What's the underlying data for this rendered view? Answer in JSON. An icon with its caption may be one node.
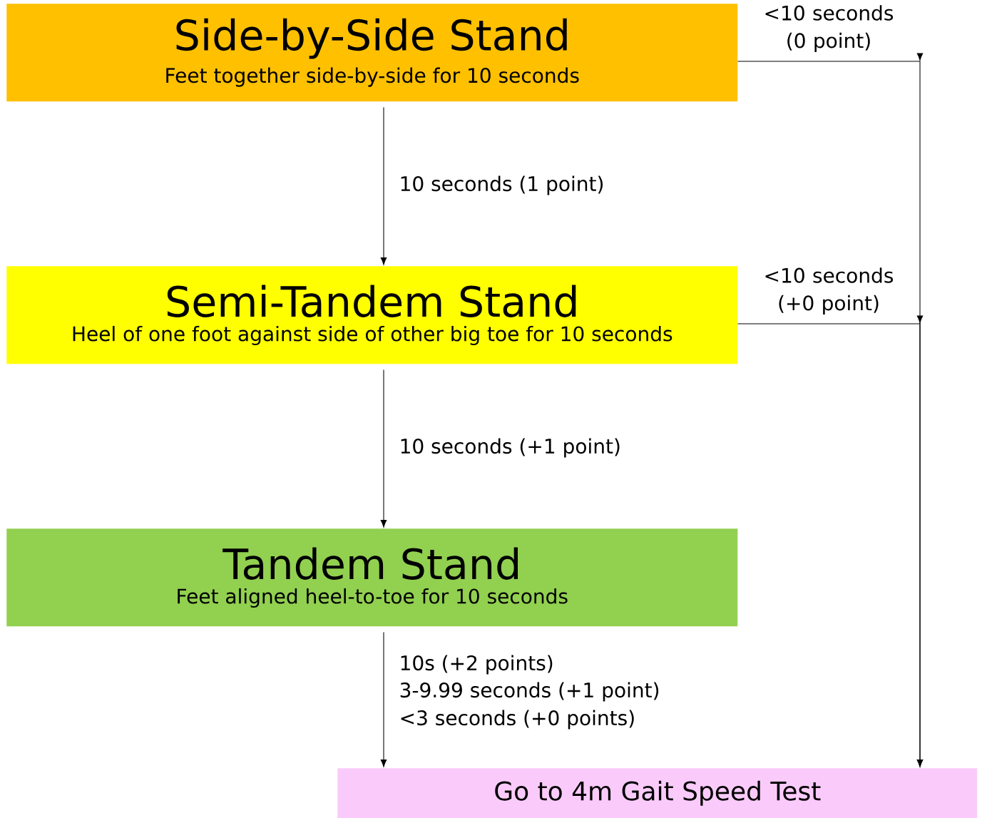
{
  "diagram": {
    "nodes": [
      {
        "text": [
          "Side-by-Side Stand",
          "Feet together side-by-side for 10 seconds"
        ]
      },
      {
        "text": [
          "Semi-Tandem Stand",
          "Heel of one foot against side of other big toe for 10 seconds"
        ]
      },
      {
        "text": [
          "Tandem Stand",
          "Feet aligned heel-to-toe for 10 seconds"
        ]
      },
      {
        "text": [
          "Go to 4m Gait Speed Test"
        ]
      }
    ],
    "edges": [
      {
        "from": 0,
        "to": 1,
        "arrow": "to",
        "label": "10 seconds (1 point)"
      },
      {
        "from": 1,
        "to": 2,
        "arrow": "to",
        "label": "10 seconds (+1 point)"
      },
      {
        "from": 2,
        "to": 3,
        "arrow": "to"
      },
      {
        "from": 0,
        "to": 3,
        "arrow": "to",
        "label": "<10 seconds (0 point)"
      },
      {
        "from": 1,
        "to": 3,
        "arrow": "to",
        "label": "<10 seconds (+0 point)"
      }
    ],
    "labels": [
      "10s (+2 points)",
      "3-9.99 seconds (+1 point)",
      "<3 seconds (+0 points)"
    ]
  }
}
